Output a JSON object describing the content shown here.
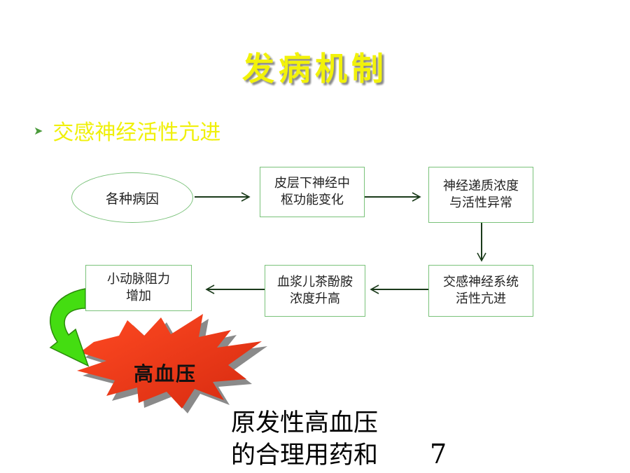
{
  "slide": {
    "title": "发病机制",
    "bullet": "交感神经活性亢进"
  },
  "flow": {
    "cause": "各种病因",
    "box1": "皮层下神经中\n枢功能变化",
    "box2": "神经递质浓度\n与活性异常",
    "box3": "交感神经系统\n活性亢进",
    "box4": "血浆儿茶酚胺\n浓度升高",
    "box5": "小动脉阻力\n增加",
    "result": "高血压"
  },
  "footer": {
    "line1": "原发性高血压",
    "line2": "的合理用药和",
    "page_number": "7"
  },
  "colors": {
    "title": "#f2f20a",
    "box_border": "#7ac27a",
    "arrow": "#1a3a1a",
    "burst": "#e83a1a",
    "curved_arrow": "#44dd11"
  }
}
